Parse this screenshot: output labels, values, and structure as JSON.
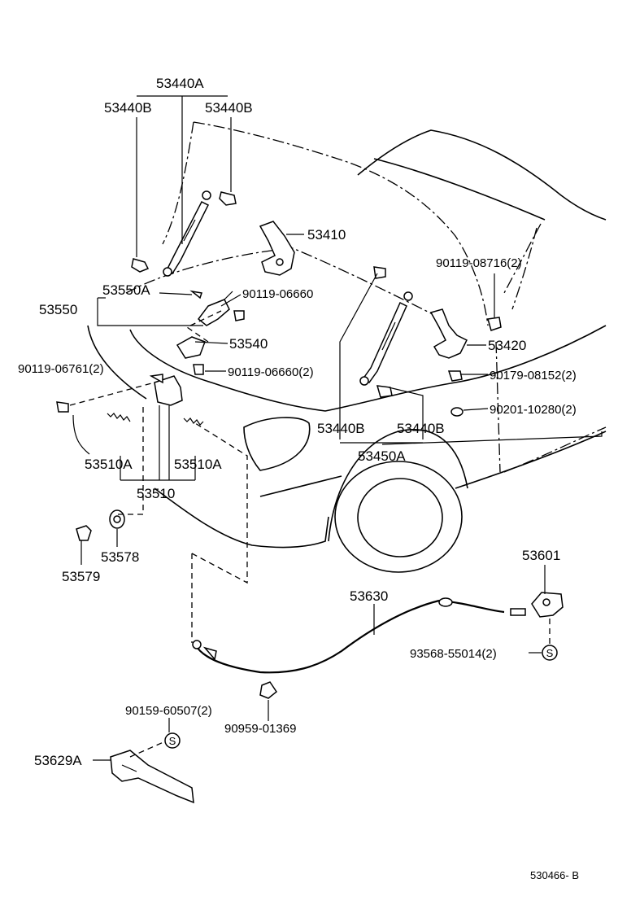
{
  "labels": {
    "p53440A": "53440A",
    "p53440B_left": "53440B",
    "p53440B_right": "53440B",
    "p53410": "53410",
    "p53550A": "53550A",
    "p53550": "53550",
    "p90119_06660": "90119-06660",
    "p53540": "53540",
    "p90119_06761": "90119-06761(2)",
    "p90119_06660_2": "90119-06660(2)",
    "p90119_08716": "90119-08716(2)",
    "p53420": "53420",
    "p90179_08152": "90179-08152(2)",
    "p90201_10280": "90201-10280(2)",
    "p53440B_low_left": "53440B",
    "p53440B_low_right": "53440B",
    "p53450A": "53450A",
    "p53510A_left": "53510A",
    "p53510A_right": "53510A",
    "p53510": "53510",
    "p53578": "53578",
    "p53579": "53579",
    "p53601": "53601",
    "p53630": "53630",
    "p93568_55014": "93568-55014(2)",
    "p90159_60507": "90159-60507(2)",
    "p90959_01369": "90959-01369",
    "p53629A": "53629A",
    "screw_symbol": "S",
    "diagram_code": "530466- B"
  }
}
